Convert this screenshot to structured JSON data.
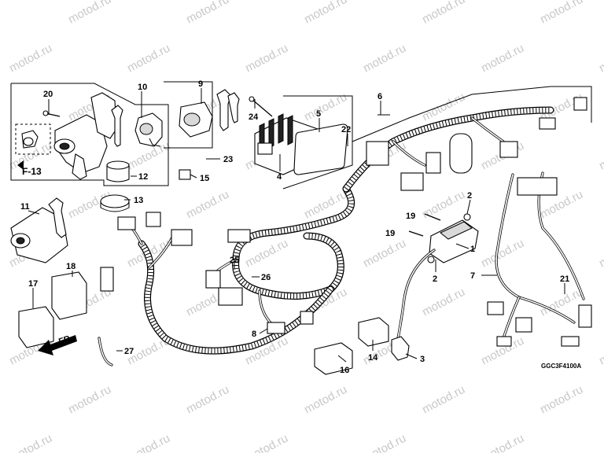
{
  "watermark": "motod.ru",
  "diagram_code": "GGC3F4100A",
  "section_ref": "F-13",
  "front_marker": "FR.",
  "callouts": [
    "1",
    "2",
    "3",
    "4",
    "5",
    "6",
    "7",
    "8",
    "9",
    "10",
    "11",
    "12",
    "13",
    "14",
    "15",
    "16",
    "17",
    "18",
    "19",
    "20",
    "21",
    "22",
    "23",
    "24",
    "25",
    "26",
    "27"
  ]
}
